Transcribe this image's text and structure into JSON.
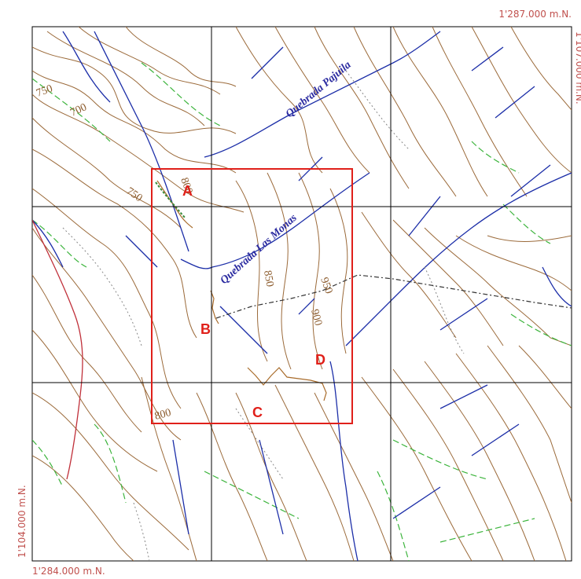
{
  "coordinates": {
    "top_right": "1'287.000  m.N.",
    "bottom_left": "1'284.000  m.N.",
    "right_side": "1'107.000  m.N.",
    "left_side": "1'104.000  m.N."
  },
  "contour_labels": [
    "750",
    "700",
    "750",
    "800",
    "850",
    "900",
    "950",
    "800"
  ],
  "river_labels": {
    "pajuila": "Quebrada  Pajuila",
    "las_monas": "Quebrada  Las Monas"
  },
  "points": [
    "A",
    "B",
    "C",
    "D"
  ],
  "colors": {
    "grid": "#000000",
    "contour": "#9b6a3a",
    "stream": "#1c2ea8",
    "vegetation": "#3cb43c",
    "study_area": "#e0201a",
    "coordinate_text": "#c0504d",
    "road": "#333333",
    "river_red": "#c0303a"
  }
}
